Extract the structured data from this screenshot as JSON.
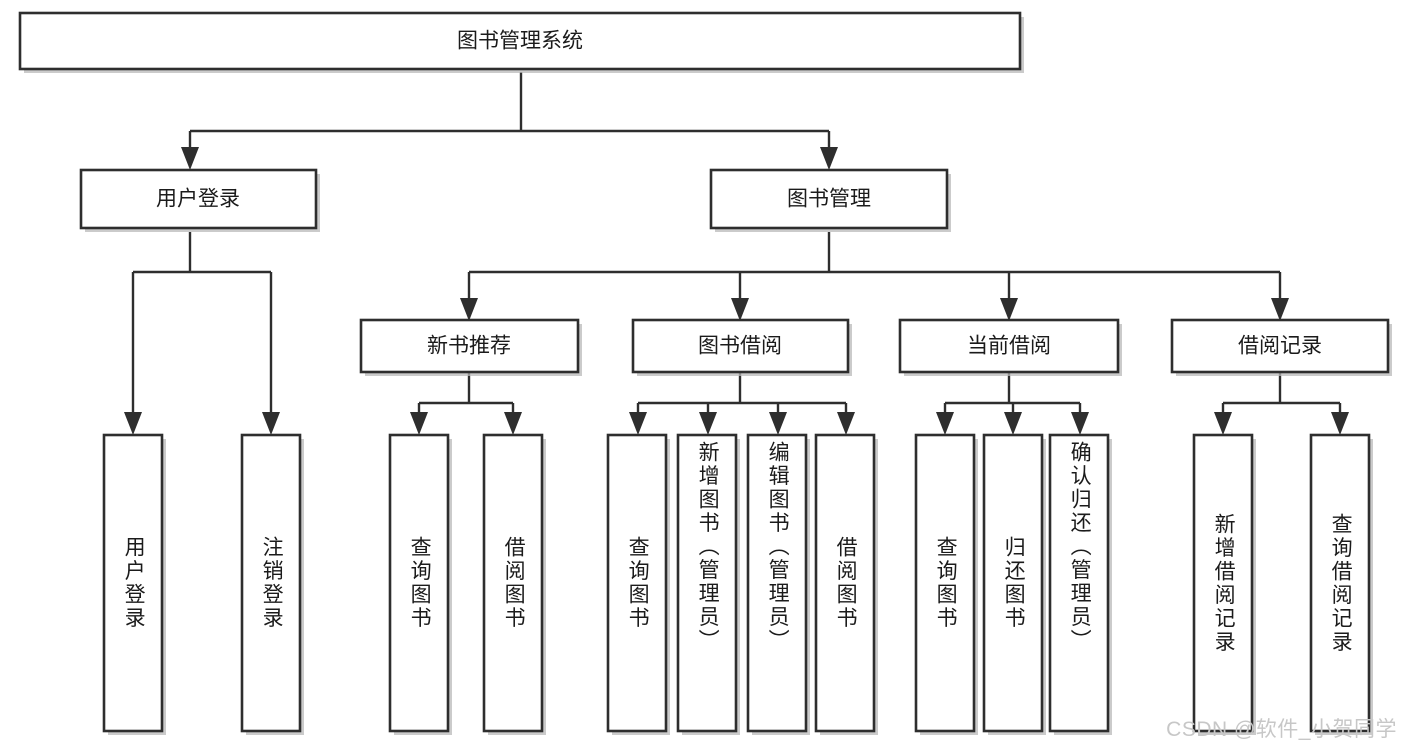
{
  "diagram": {
    "type": "tree",
    "title": "图书管理系统",
    "watermark": "CSDN @软件_小贺同学",
    "colors": {
      "box_stroke": "#2e2e2e",
      "box_fill": "#ffffff",
      "text": "#1b1b1b",
      "shadow": "#b9b9b9",
      "watermark": "#c7c7c7"
    },
    "root": {
      "label": "图书管理系统"
    },
    "level1": [
      {
        "label": "用户登录"
      },
      {
        "label": "图书管理"
      }
    ],
    "level2": [
      {
        "label": "新书推荐"
      },
      {
        "label": "图书借阅"
      },
      {
        "label": "当前借阅"
      },
      {
        "label": "借阅记录"
      }
    ],
    "leaves": {
      "user_login": [
        {
          "label": "用户登录"
        },
        {
          "label": "注销登录"
        }
      ],
      "new_book_recommend": [
        {
          "label": "查询图书"
        },
        {
          "label": "借阅图书"
        }
      ],
      "book_borrow": [
        {
          "label": "查询图书"
        },
        {
          "label": "新增图书（管理员）"
        },
        {
          "label": "编辑图书（管理员）"
        },
        {
          "label": "借阅图书"
        }
      ],
      "current_borrow": [
        {
          "label": "查询图书"
        },
        {
          "label": "归还图书"
        },
        {
          "label": "确认归还（管理员）"
        }
      ],
      "borrow_records": [
        {
          "label": "新增借阅记录"
        },
        {
          "label": "查询借阅记录"
        }
      ]
    }
  }
}
